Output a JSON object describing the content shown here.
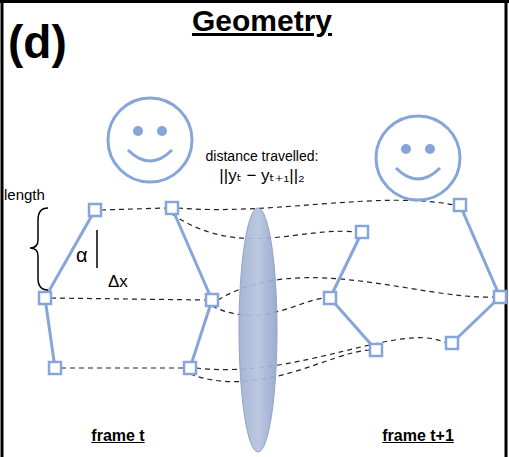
{
  "diagram": {
    "title": "Geometry",
    "labels": [
      "(d)",
      "length",
      "α",
      "Δx",
      "distance travelled:",
      "||yₜ − yₜ₊₁||₂",
      "frame t",
      "frame t+1"
    ]
  }
}
